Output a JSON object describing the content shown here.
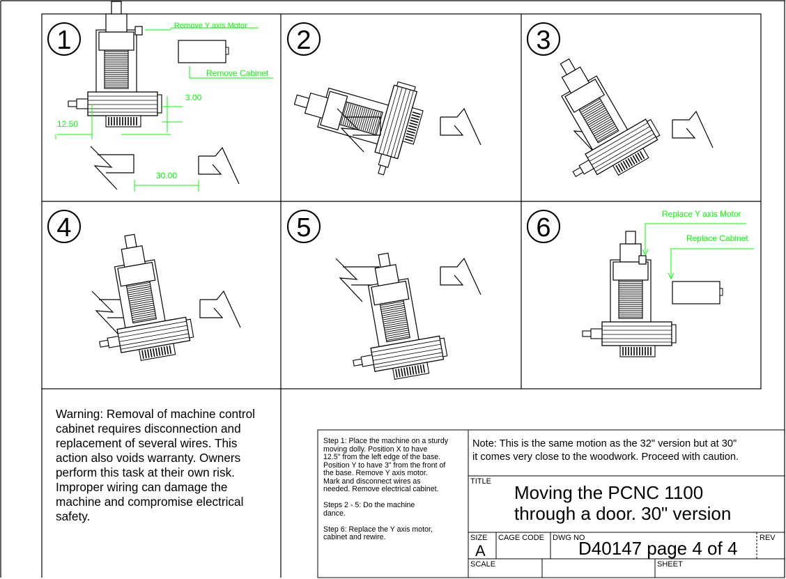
{
  "panels": [
    {
      "number": "1",
      "annotations": {
        "remove_motor": "Remove Y axis Motor",
        "remove_cabinet": "Remove Cabinet",
        "dim_front": "3.00",
        "dim_left": "12.50",
        "dim_door": "30.00"
      }
    },
    {
      "number": "2"
    },
    {
      "number": "3"
    },
    {
      "number": "4"
    },
    {
      "number": "5"
    },
    {
      "number": "6",
      "annotations": {
        "replace_motor": "Replace Y axis Motor",
        "replace_cabinet": "Replace Cabinet"
      }
    }
  ],
  "warning": "Warning: Removal of machine control\ncabinet requires disconnection and\nreplacement of several wires.  This\naction also voids warranty.   Owners\nperform this task at their own risk.\nImproper wiring can damage the\nmachine and compromise electrical\nsafety.",
  "steps": "Step 1: Place the machine on a sturdy\nmoving dolly.  Position X to have\n12.5\"  from the left edge of the base.\nPosition Y to have 3\" from the front of\nthe base. Remove Y axis motor.\nMark and disconnect wires as\nneeded. Remove electrical cabinet.\n\nSteps 2 - 5: Do the machine\ndance.\n\nStep 6: Replace the Y axis motor,\ncabinet and rewire.",
  "note": "Note: This is the same motion as the 32\" version but at 30\"\nit comes very close to the woodwork.  Proceed with caution.",
  "title_block": {
    "title_label": "TITLE",
    "title": "Moving the PCNC 1100\nthrough a door.  30\" version",
    "size_label": "SIZE",
    "size": "A",
    "cage_code_label": "CAGE CODE",
    "dwg_no_label": "DWG NO",
    "dwg_no": "D40147  page 4 of 4",
    "rev_label": "REV",
    "scale_label": "SCALE",
    "sheet_label": "SHEET"
  },
  "colors": {
    "line": "#000000",
    "annotation": "#00ff00"
  }
}
